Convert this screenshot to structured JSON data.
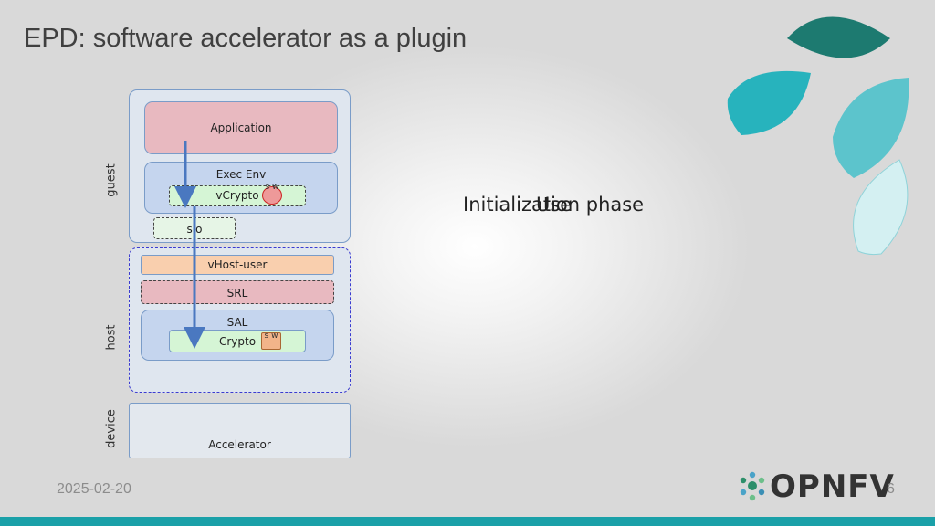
{
  "slide": {
    "title": "EPD: software accelerator as a plugin",
    "phase_text_1": "Initialization phase",
    "phase_text_2": "Use",
    "date": "2025-02-20",
    "page_number": "6",
    "logo_text": "OPNFV"
  },
  "diagram": {
    "layer_labels": {
      "guest": "guest",
      "host": "host",
      "device": "device"
    },
    "application": "Application",
    "exec_env": "Exec Env",
    "vcrypto": "vCrypto",
    "sw_badge": "s w",
    "sio": "sio",
    "vhost_user": "vHost-user",
    "srl": "SRL",
    "sal": "SAL",
    "crypto": "Crypto",
    "accelerator": "Accelerator"
  },
  "colors": {
    "teal_dark": "#1d7a70",
    "teal_mid": "#27b3bd",
    "teal_light": "#5cc4cc",
    "bottom_bar": "#1aa0a8"
  }
}
